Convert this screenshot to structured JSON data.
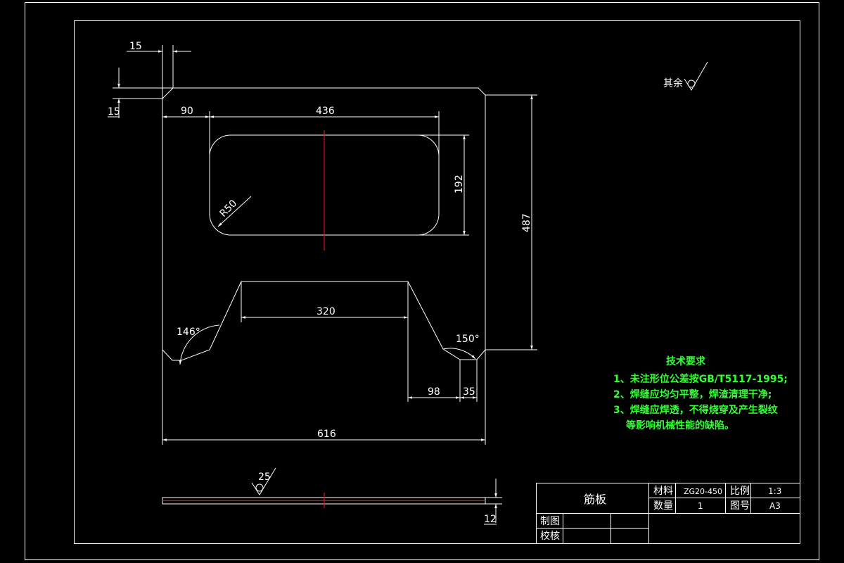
{
  "dimensions": {
    "top_chamfer_x": "15",
    "top_chamfer_y": "15",
    "hole_offset_x": "90",
    "hole_length": "436",
    "hole_height": "192",
    "hole_radius": "R50",
    "plate_height": "487",
    "notch_top_width": "320",
    "angle_left": "146°",
    "angle_right": "150°",
    "bottom_offset": "98",
    "bottom_step": "35",
    "plate_width": "616",
    "roughness_side": "25",
    "thickness": "12"
  },
  "surface_note": "其余",
  "tech_requirements": {
    "title": "技术要求",
    "items": [
      "1、未注形位公差按GB/T5117-1995;",
      "2、焊缝应均匀平整，焊渣清理干净;",
      "3、焊缝应焊透，不得烧穿及产生裂纹",
      "等影响机械性能的缺陷。"
    ]
  },
  "title_block": {
    "part_name": "筋板",
    "material_label": "材料",
    "material_value": "ZG20-450",
    "scale_label": "比例",
    "scale_value": "1:3",
    "quantity_label": "数量",
    "quantity_value": "1",
    "drawing_no_label": "图号",
    "drawing_no_value": "A3",
    "drawn_label": "制图",
    "checked_label": "校核"
  },
  "colors": {
    "background": "#000000",
    "lines": "#ffffff",
    "centerline": "#e01010",
    "notes": "#33ff33"
  }
}
